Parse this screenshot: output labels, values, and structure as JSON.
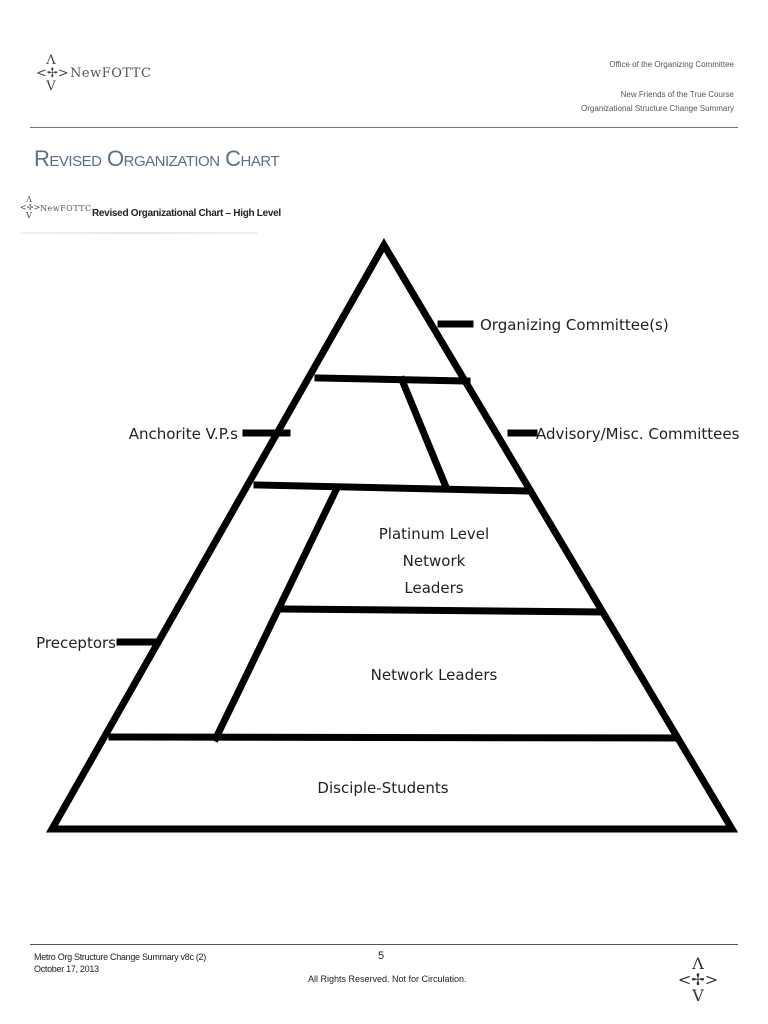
{
  "header": {
    "logo_mark_top": "Λ",
    "logo_mark_mid": "<✢>",
    "logo_mark_bottom": "V",
    "logo_text": "NewFOTTC",
    "office": "Office of the Organizing Committee",
    "org_name": "New Friends of the True Course",
    "summary_title": "Organizational Structure Change Summary"
  },
  "section_title": "Revised Organization Chart",
  "sub_header": {
    "logo_text": "NewFOTTC",
    "caption": "Revised Organizational Chart – High Level"
  },
  "pyramid": {
    "levels": {
      "organizing_committees": "Organizing Committee(s)",
      "anchorite_vps": "Anchorite V.P.s",
      "advisory_committees": "Advisory/Misc. Committees",
      "platinum_line1": "Platinum Level",
      "platinum_line2": "Network",
      "platinum_line3": "Leaders",
      "preceptors": "Preceptors",
      "network_leaders": "Network Leaders",
      "disciple_students": "Disciple-Students"
    }
  },
  "footer": {
    "doc_name": "Metro Org Structure Change Summary v8c (2)",
    "date": "October 17, 2013",
    "page_number": "5",
    "rights": "All Rights Reserved. Not for Circulation."
  }
}
